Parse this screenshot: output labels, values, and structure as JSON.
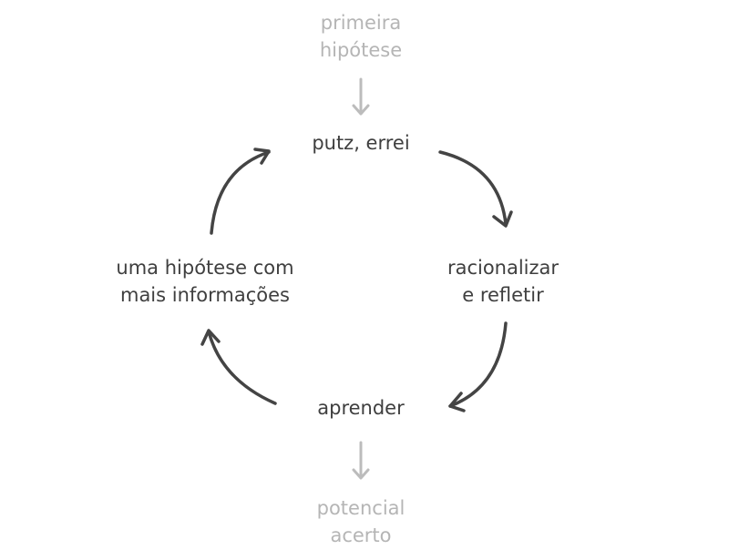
{
  "diagram": {
    "start": {
      "lines": [
        "primeira",
        "hipótese"
      ],
      "color": "#b5b5b5"
    },
    "cycle": [
      {
        "lines": [
          "putz, errei"
        ]
      },
      {
        "lines": [
          "racionalizar",
          "e refletir"
        ]
      },
      {
        "lines": [
          "aprender"
        ]
      },
      {
        "lines": [
          "uma hipótese com",
          "mais informações"
        ]
      }
    ],
    "end": {
      "lines": [
        "potencial",
        "acerto"
      ],
      "color": "#b5b5b5"
    },
    "colors": {
      "cycle_text": "#3f3f3f",
      "cycle_arrow": "#444444",
      "entry_exit_arrow": "#bcbcbc"
    }
  }
}
